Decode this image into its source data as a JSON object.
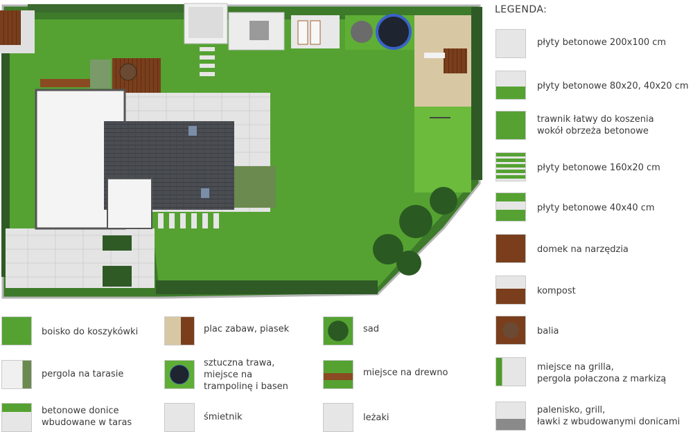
{
  "legend": {
    "title": "LEGENDA:",
    "items": [
      {
        "label": "płyty betonowe 200x100 cm",
        "icon": "concrete-slab-200x100-swatch"
      },
      {
        "label": "płyty betonowe 80x20, 40x20 cm",
        "icon": "concrete-slab-80x20-swatch"
      },
      {
        "label": "trawnik łatwy do koszenia\nwokół obrzeża betonowe",
        "icon": "lawn-swatch"
      },
      {
        "label": "płyty betonowe 160x20 cm",
        "icon": "concrete-slab-160x20-swatch"
      },
      {
        "label": "płyty betonowe 40x40 cm",
        "icon": "concrete-slab-40x40-swatch"
      },
      {
        "label": "domek na narzędzia",
        "icon": "tool-shed-swatch"
      },
      {
        "label": "kompost",
        "icon": "compost-swatch"
      },
      {
        "label": "balia",
        "icon": "hot-tub-swatch"
      },
      {
        "label": "miejsce na grilla,\npergola połaczona z markizą",
        "icon": "grill-pergola-swatch"
      },
      {
        "label": "palenisko, grill,\nławki z wbudowanymi donicami",
        "icon": "firepit-swatch"
      }
    ]
  },
  "bottom_legend": {
    "col1": [
      {
        "label": "boisko do koszykówki",
        "icon": "basketball-court-swatch"
      },
      {
        "label": "pergola na tarasie",
        "icon": "terrace-pergola-swatch"
      },
      {
        "label": "betonowe donice\nwbudowane w taras",
        "icon": "concrete-planters-swatch"
      }
    ],
    "col2": [
      {
        "label": "plac zabaw, piasek",
        "icon": "playground-sand-swatch"
      },
      {
        "label": "sztuczna trawa,\nmiejsce na\ntrampolinę i basen",
        "icon": "trampoline-swatch"
      },
      {
        "label": "śmietnik",
        "icon": "bin-shelter-swatch"
      }
    ],
    "col3": [
      {
        "label": "sad",
        "icon": "orchard-swatch"
      },
      {
        "label": "miejsce na drewno",
        "icon": "woodpile-swatch"
      },
      {
        "label": "leżaki",
        "icon": "sunbeds-swatch"
      }
    ]
  },
  "colors": {
    "lawn": "#4f9a2c",
    "lawn_light": "#5fae36",
    "hedge": "#2f5a26",
    "slab": "#e6e6e6",
    "roof": "#4a4d52",
    "wood": "#7a3e1c",
    "sand": "#d8c7a3",
    "text": "#3a3a3a"
  }
}
